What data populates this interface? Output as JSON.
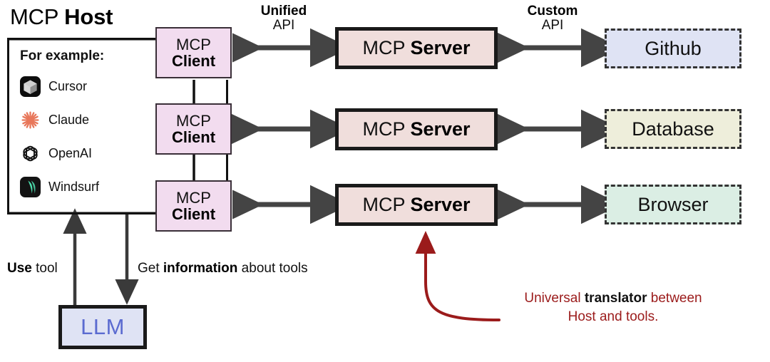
{
  "host": {
    "title_plain": "MCP ",
    "title_bold": "Host",
    "example_label": "For example:",
    "examples": [
      {
        "name": "Cursor",
        "icon": "cursor-icon"
      },
      {
        "name": "Claude",
        "icon": "claude-icon"
      },
      {
        "name": "OpenAI",
        "icon": "openai-icon"
      },
      {
        "name": "Windsurf",
        "icon": "windsurf-icon"
      }
    ]
  },
  "clients": [
    {
      "line1": "MCP",
      "line2": "Client"
    },
    {
      "line1": "MCP",
      "line2": "Client"
    },
    {
      "line1": "MCP",
      "line2": "Client"
    }
  ],
  "servers": [
    {
      "line1": "MCP",
      "line2": "Server"
    },
    {
      "line1": "MCP",
      "line2": "Server"
    },
    {
      "line1": "MCP",
      "line2": "Server"
    }
  ],
  "tools": [
    {
      "label": "Github",
      "fill": "#dfe3f4"
    },
    {
      "label": "Database",
      "fill": "#eeeedb"
    },
    {
      "label": "Browser",
      "fill": "#dbeee4"
    }
  ],
  "api_labels": {
    "unified": {
      "top": "Unified",
      "bottom": "API"
    },
    "custom": {
      "top": "Custom",
      "bottom": "API"
    }
  },
  "llm": {
    "label": "LLM"
  },
  "flows": {
    "use_tool_bold": "Use",
    "use_tool_rest": " tool",
    "get_info_pre": "Get ",
    "get_info_bold": "information",
    "get_info_post": " about tools"
  },
  "note": {
    "line1_pre": "Universal ",
    "line1_bold": "translator",
    "line1_post": " between",
    "line2": "Host and tools."
  },
  "colors": {
    "client_fill": "#f2dcef",
    "server_fill": "#f0dedc",
    "llm_fill": "#dfe3f4",
    "llm_text": "#5b6bd0",
    "arrow": "#444444",
    "note_red": "#9b1b1b",
    "outline": "#111111"
  }
}
